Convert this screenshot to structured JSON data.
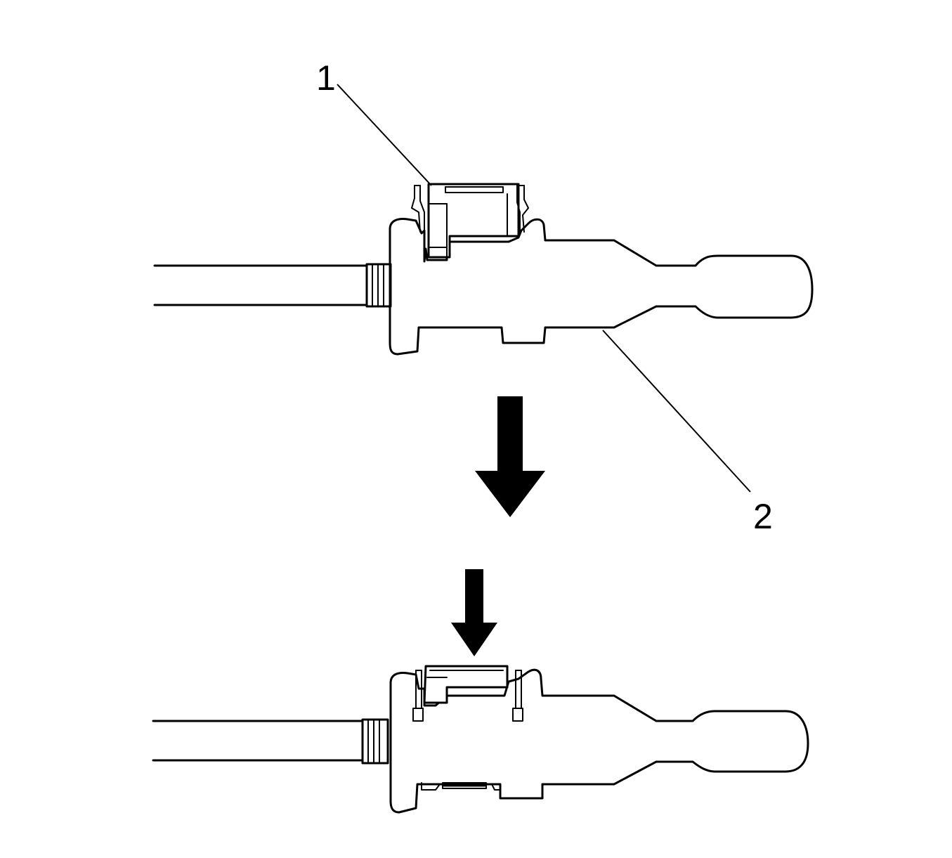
{
  "callouts": {
    "clip_label": "1",
    "connector_label": "2"
  },
  "parts": {
    "1": "connector-position-assurance-clip",
    "2": "connector-body"
  },
  "steps": {
    "top": "clip-raised",
    "bottom": "clip-seated"
  },
  "colors": {
    "line": "#000000",
    "background": "#ffffff"
  }
}
